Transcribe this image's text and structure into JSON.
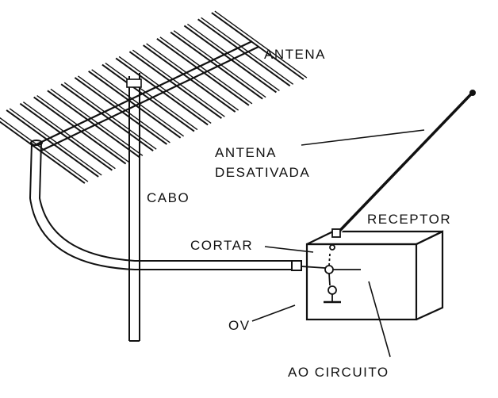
{
  "labels": {
    "antena": "ANTENA",
    "antena_desativada_line1": "ANTENA",
    "antena_desativada_line2": "DESATIVADA",
    "cabo": "CABO",
    "receptor": "RECEPTOR",
    "cortar": "CORTAR",
    "ov": "OV",
    "ao_circuito": "AO CIRCUITO"
  },
  "colors": {
    "ink": "#111111",
    "background": "#ffffff"
  }
}
